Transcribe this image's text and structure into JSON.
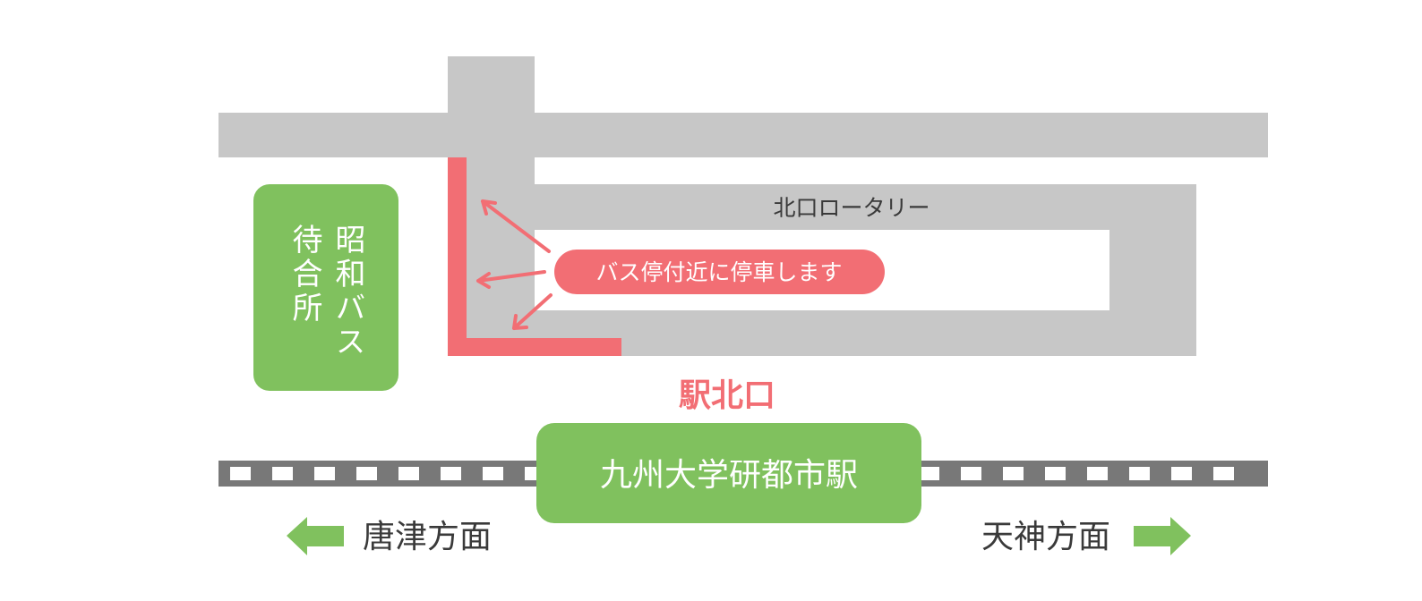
{
  "colors": {
    "road": "#c7c7c7",
    "accent_red": "#f26e74",
    "green": "#80c15e",
    "rail": "#787878",
    "text_dark": "#3a3a3a",
    "white": "#ffffff"
  },
  "labels": {
    "rotary": "北口ロータリー",
    "bus_stop_note": "バス停付近に停車します",
    "exit": "駅北口",
    "station": "九州大学研都市駅",
    "waiting_room_line1": "昭和バス",
    "waiting_room_line2": "待合所",
    "karatsu_direction": "唐津方面",
    "tenjin_direction": "天神方面"
  },
  "icons": {
    "left_arrow": "arrow-left-icon",
    "right_arrow": "arrow-right-icon"
  }
}
